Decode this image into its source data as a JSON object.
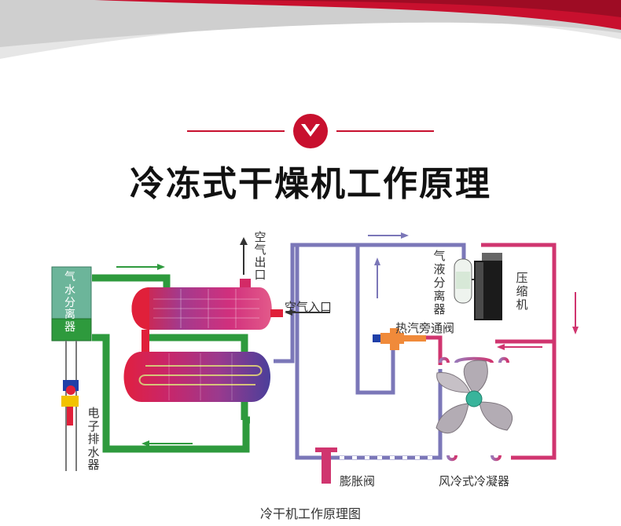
{
  "title": "冷冻式干燥机工作原理",
  "caption": "冷干机工作原理图",
  "labels": {
    "air_outlet": "空气出口",
    "air_inlet": "空气入口",
    "water_separator_top": "气",
    "water_separator_bottom": "水分离器",
    "electronic_drain": "电子排水器",
    "gas_liquid_separator": "气液分离器",
    "compressor": "压缩机",
    "hot_gas_bypass_valve": "热汽旁通阀",
    "expansion_valve": "膨胀阀",
    "air_cooled_condenser": "风冷式冷凝器"
  },
  "colors": {
    "brand_red": "#c8102e",
    "green_pipe": "#2e9a3d",
    "purple_pipe": "#7b77b8",
    "pink_pipe": "#d0356f",
    "separator_top": "#6cb59a",
    "separator_bottom": "#2e9a3d",
    "heat_exchanger_red": "#e0203a",
    "fan_gray": "#b3acb4",
    "fan_hub": "#38b49b"
  }
}
